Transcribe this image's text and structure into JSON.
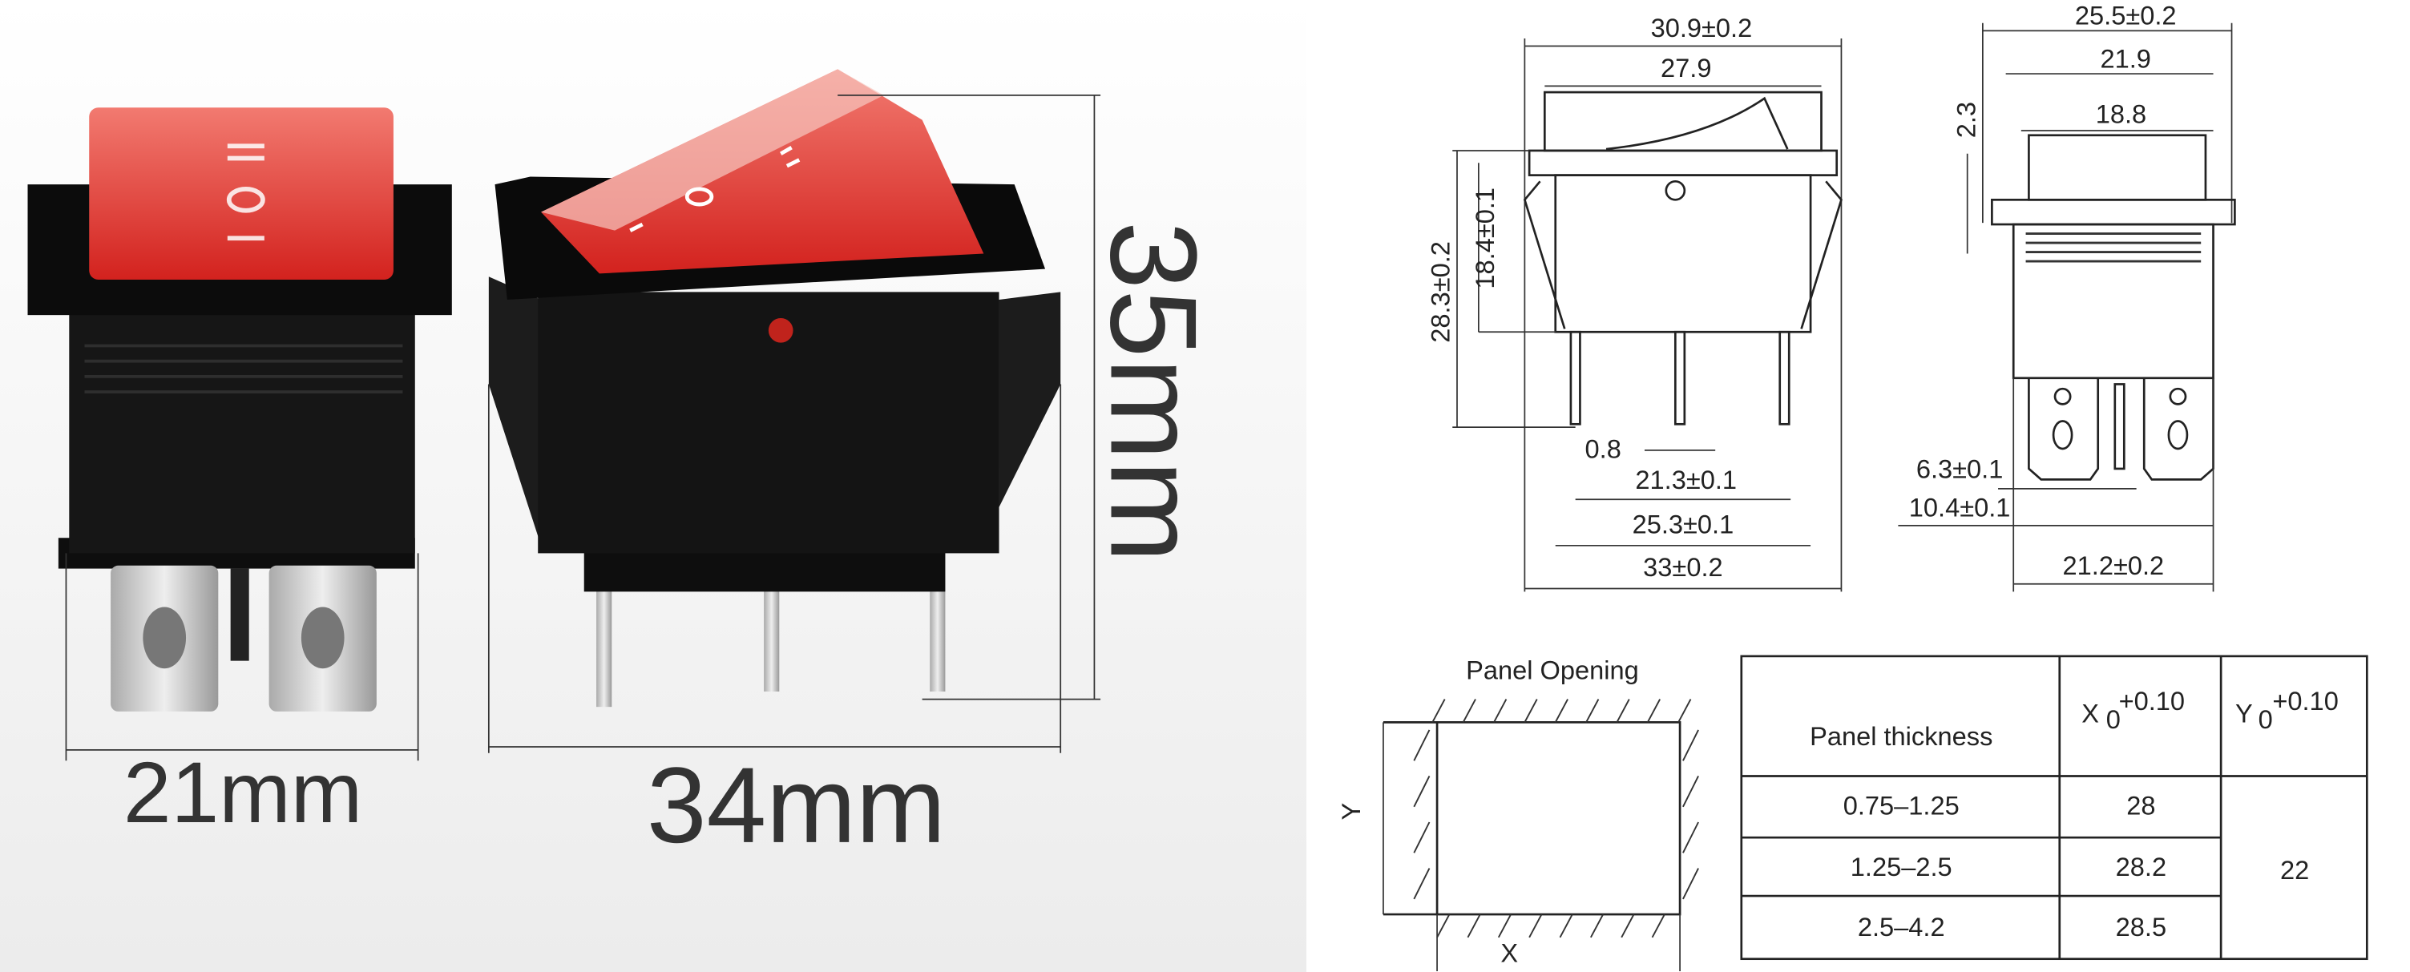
{
  "photo": {
    "height_label": "35mm",
    "width_label_front": "21mm",
    "width_label_side": "34mm",
    "rocker_color": "#e0312c",
    "body_color": "#141414",
    "rocker_markings": [
      "I",
      "O",
      "II"
    ]
  },
  "drawing_front": {
    "overall_width": "30.9±0.2",
    "rocker_width": "27.9",
    "overall_height": "28.3±0.2",
    "body_height": "18.4±0.1",
    "pin_width": "0.8",
    "pin_span": "21.3±0.1",
    "clip_span": "25.3±0.1",
    "total_width": "33±0.2"
  },
  "drawing_side": {
    "flange_width": "25.5±0.2",
    "body_width": "21.9",
    "rocker_width": "18.8",
    "flange_thickness": "2.3",
    "tab_width": "6.3±0.1",
    "tab_pitch": "10.4±0.1",
    "base_width": "21.2±0.2"
  },
  "panel_opening": {
    "title": "Panel Opening",
    "x_label": "X",
    "y_label": "Y"
  },
  "panel_table": {
    "headers": [
      "Panel thickness",
      "X",
      "Y"
    ],
    "tolerance_upper": "+0.10",
    "tolerance_lower": "0",
    "rows": [
      {
        "thickness": "0.75–1.25",
        "x": "28"
      },
      {
        "thickness": "1.25–2.5",
        "x": "28.2"
      },
      {
        "thickness": "2.5–4.2",
        "x": "28.5"
      }
    ],
    "y_value": "22"
  }
}
